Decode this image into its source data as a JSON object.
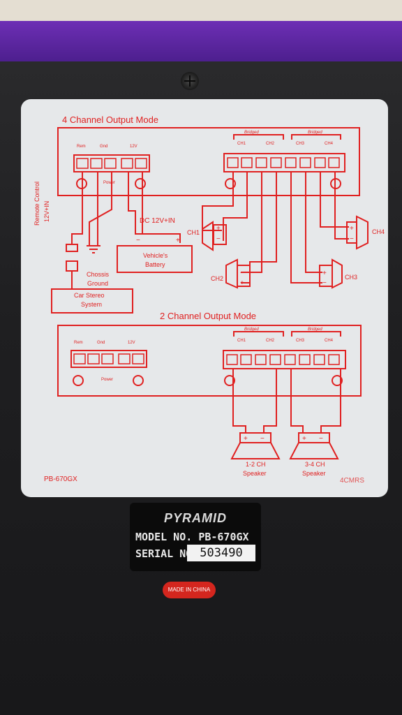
{
  "label_panel": {
    "four_channel_title": "4 Channel Output Mode",
    "two_channel_title": "2 Channel Output Mode",
    "terminals_left": [
      "Rem",
      "Gnd",
      "12V"
    ],
    "power_label": "Power",
    "bridged_label": "Bridged",
    "channels": [
      "CH1",
      "CH2",
      "CH3",
      "CH4"
    ],
    "remote_control": "Remote Control",
    "remote_12v": "12V+IN",
    "dc_in": "DC 12V+IN",
    "vehicle_battery_1": "Vehicle's",
    "vehicle_battery_2": "Battery",
    "chassis_ground_1": "Chossis",
    "chassis_ground_2": "Ground",
    "car_stereo_1": "Car Stereo",
    "car_stereo_2": "System",
    "speaker_12_1": "1-2 CH",
    "speaker_12_2": "Speaker",
    "speaker_34_1": "3-4 CH",
    "speaker_34_2": "Speaker",
    "model_code": "PB-670GX",
    "corner_code": "4CMRS"
  },
  "model_plate": {
    "brand": "PYRAMID",
    "model_label": "MODEL NO.",
    "model_value": "PB-670GX",
    "serial_label": "SERIAL NO.",
    "serial_value": "503490"
  },
  "origin_badge": "MADE IN CHINA",
  "colors": {
    "diagram_red": "#e02020",
    "panel_bg": "#e6e8ea",
    "trim_purple": "#5a24a0"
  }
}
